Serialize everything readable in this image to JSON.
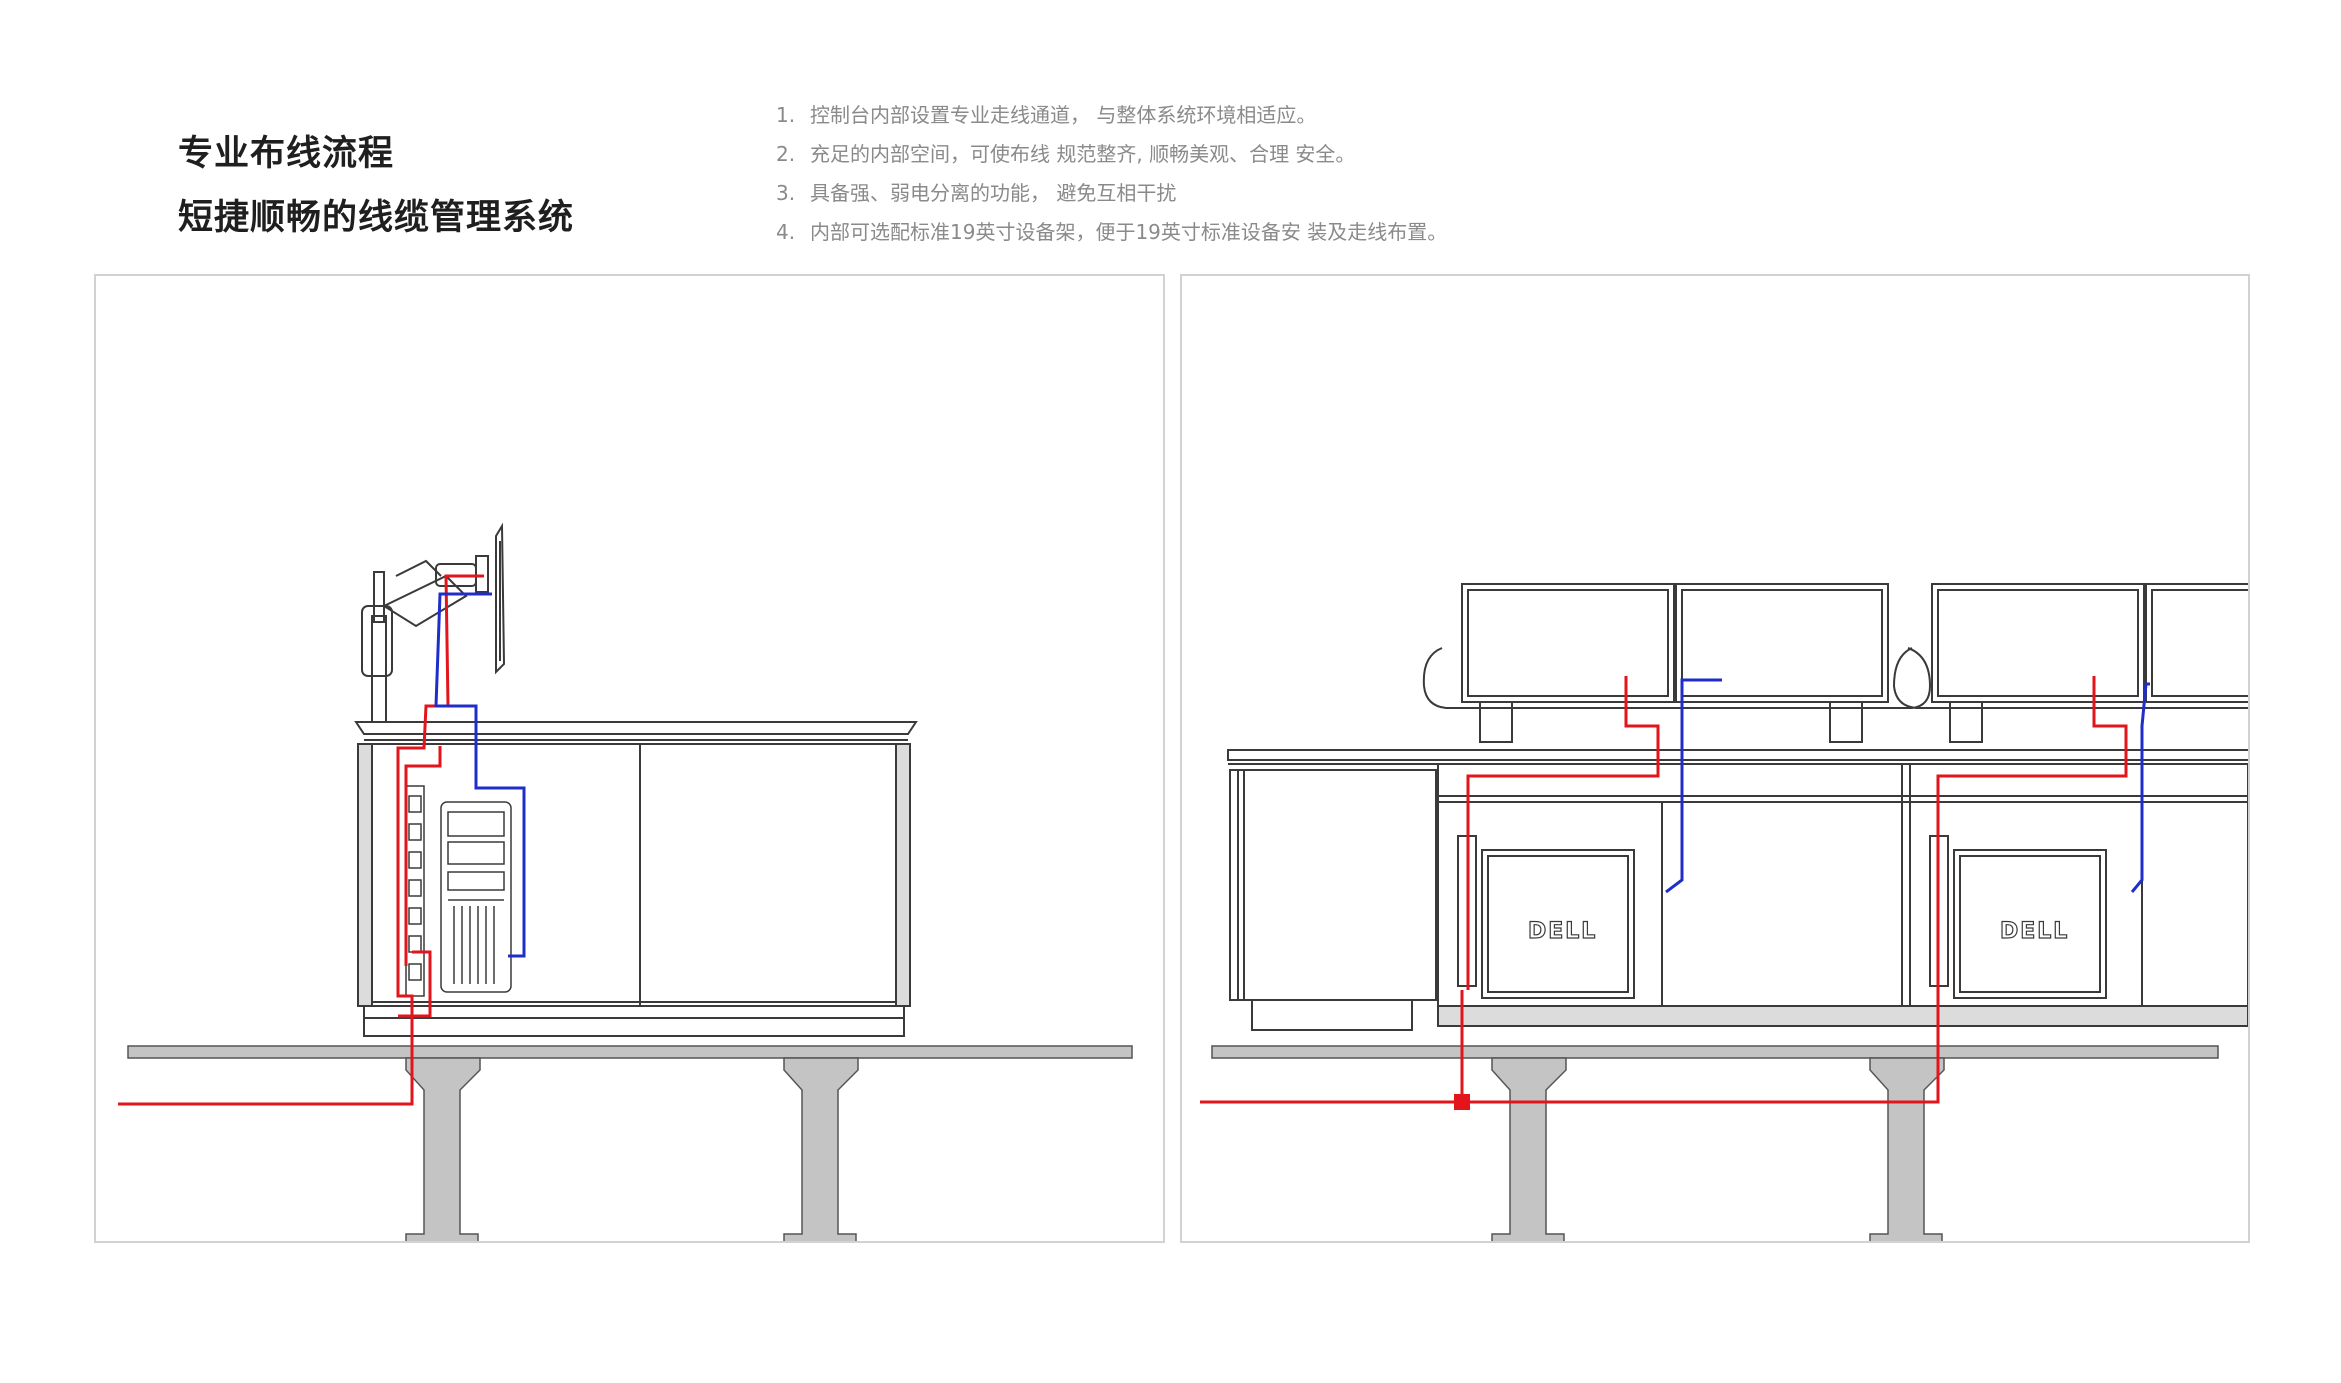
{
  "heading": {
    "line1": "专业布线流程",
    "line2": "短捷顺畅的线缆管理系统"
  },
  "notes": [
    {
      "num": "1.",
      "text": "控制台内部设置专业走线通道， 与整体系统环境相适应。"
    },
    {
      "num": "2.",
      "text": "充足的内部空间，可使布线 规范整齐, 顺畅美观、合理 安全。"
    },
    {
      "num": "3.",
      "text": "具备强、弱电分离的功能， 避免互相干扰"
    },
    {
      "num": "4.",
      "text": "内部可选配标准19英寸设备架，便于19英寸标准设备安 装及走线布置。"
    }
  ],
  "diagram": {
    "brand_label": "DELL",
    "colors": {
      "power_cable": "#e3141b",
      "data_cable": "#1f2ec8",
      "floor_support": "#c4c4c4",
      "outline": "#3a3a3a"
    }
  }
}
